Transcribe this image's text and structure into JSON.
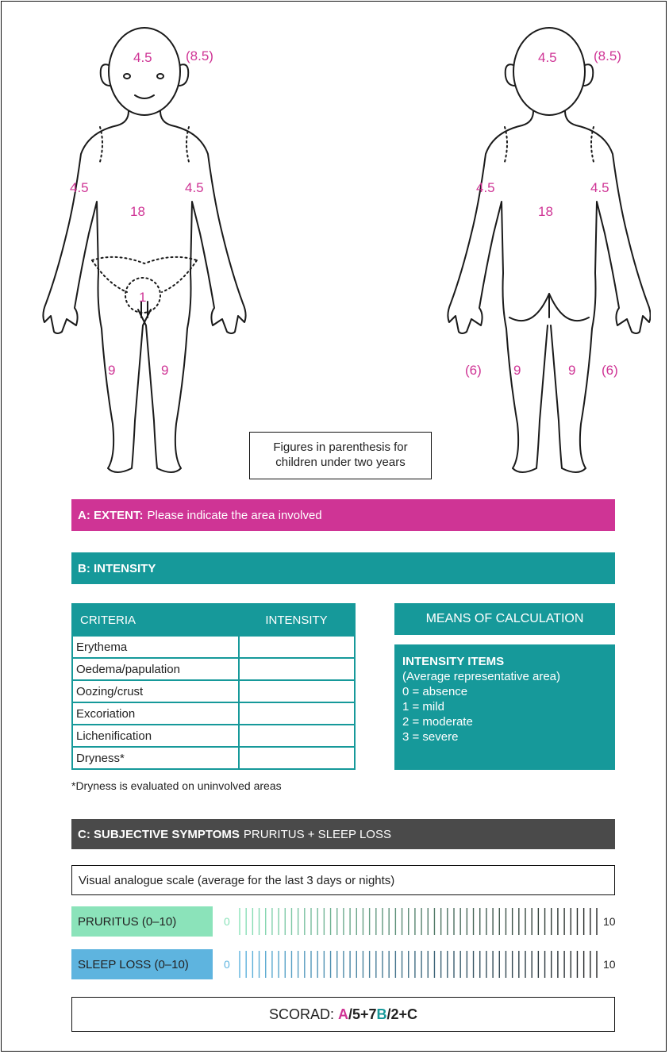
{
  "colors": {
    "magenta": "#cf3495",
    "teal": "#16999a",
    "dark": "#4a4a4a",
    "pruritus": "#8be3ba",
    "sleep": "#5eb4df"
  },
  "front": {
    "head": "4.5",
    "head_child": "(8.5)",
    "left_arm": "4.5",
    "right_arm": "4.5",
    "trunk": "18",
    "genitals": "1",
    "left_leg": "9",
    "right_leg": "9"
  },
  "back": {
    "head": "4.5",
    "head_child": "(8.5)",
    "left_arm": "4.5",
    "right_arm": "4.5",
    "trunk": "18",
    "left_leg": "9",
    "right_leg": "9",
    "left_leg_child": "(6)",
    "right_leg_child": "(6)"
  },
  "note": {
    "line1": "Figures in parenthesis for",
    "line2": "children under two years"
  },
  "section_a": {
    "prefix": "A: EXTENT:",
    "text": "Please indicate the area involved"
  },
  "section_b": {
    "title": "B: INTENSITY"
  },
  "criteria_table": {
    "col_criteria": "CRITERIA",
    "col_intensity": "INTENSITY",
    "rows": [
      "Erythema",
      "Oedema/papulation",
      "Oozing/crust",
      "Excoriation",
      "Lichenification",
      "Dryness*"
    ]
  },
  "footnote": "*Dryness is evaluated on uninvolved areas",
  "means": {
    "title": "MEANS OF CALCULATION",
    "items_title": "INTENSITY ITEMS",
    "items": [
      "(Average representative area)",
      "0 = absence",
      "1 = mild",
      "2 = moderate",
      "3 = severe"
    ]
  },
  "section_c": {
    "prefix": "C: SUBJECTIVE SYMPTOMS",
    "text": "PRURITUS + SLEEP LOSS"
  },
  "vas": {
    "title": "Visual analogue scale (average for the last 3 days or nights)",
    "pruritus": {
      "label": "PRURITUS (0–10)",
      "min": "0",
      "max": "10"
    },
    "sleep": {
      "label": "SLEEP LOSS (0–10)",
      "min": "0",
      "max": "10"
    }
  },
  "scorad": {
    "label": "SCORAD:",
    "a": "A",
    "p1": "/5+7",
    "b": "B",
    "p2": "/2+",
    "c": "C"
  }
}
